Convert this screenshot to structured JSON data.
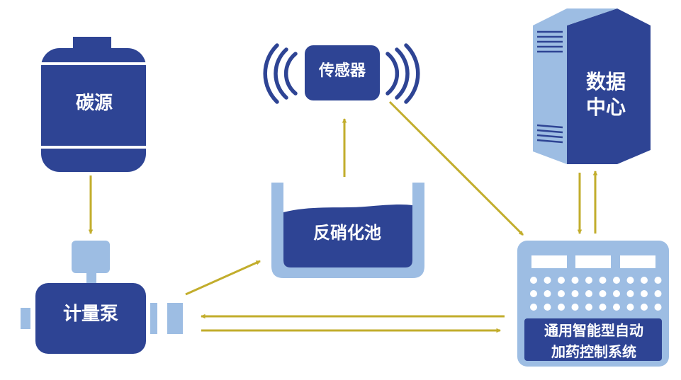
{
  "nodes": {
    "carbon_source": "碳源",
    "metering_pump": "计量泵",
    "sensor": "传感器",
    "denitrification_tank": "反硝化池",
    "data_center": {
      "line1": "数据",
      "line2": "中心"
    },
    "dosing_system": {
      "line1": "通用智能型自动",
      "line2": "加药控制系统"
    }
  },
  "colors": {
    "dark_blue": "#2e4494",
    "light_blue": "#9dbde3",
    "arrow": "#c2ad2c",
    "white": "#ffffff"
  },
  "icons": [
    "tank-icon",
    "pump-icon",
    "signal-waves-icon",
    "server-icon",
    "control-panel-icon",
    "basin-icon"
  ],
  "connections": [
    {
      "from": "carbon_source",
      "to": "metering_pump"
    },
    {
      "from": "metering_pump",
      "to": "denitrification_tank"
    },
    {
      "from": "denitrification_tank",
      "to": "sensor"
    },
    {
      "from": "sensor",
      "to": "dosing_system"
    },
    {
      "from": "dosing_system",
      "to": "data_center"
    },
    {
      "from": "data_center",
      "to": "dosing_system"
    },
    {
      "from": "dosing_system",
      "to": "metering_pump"
    },
    {
      "from": "metering_pump",
      "to": "dosing_system"
    }
  ]
}
